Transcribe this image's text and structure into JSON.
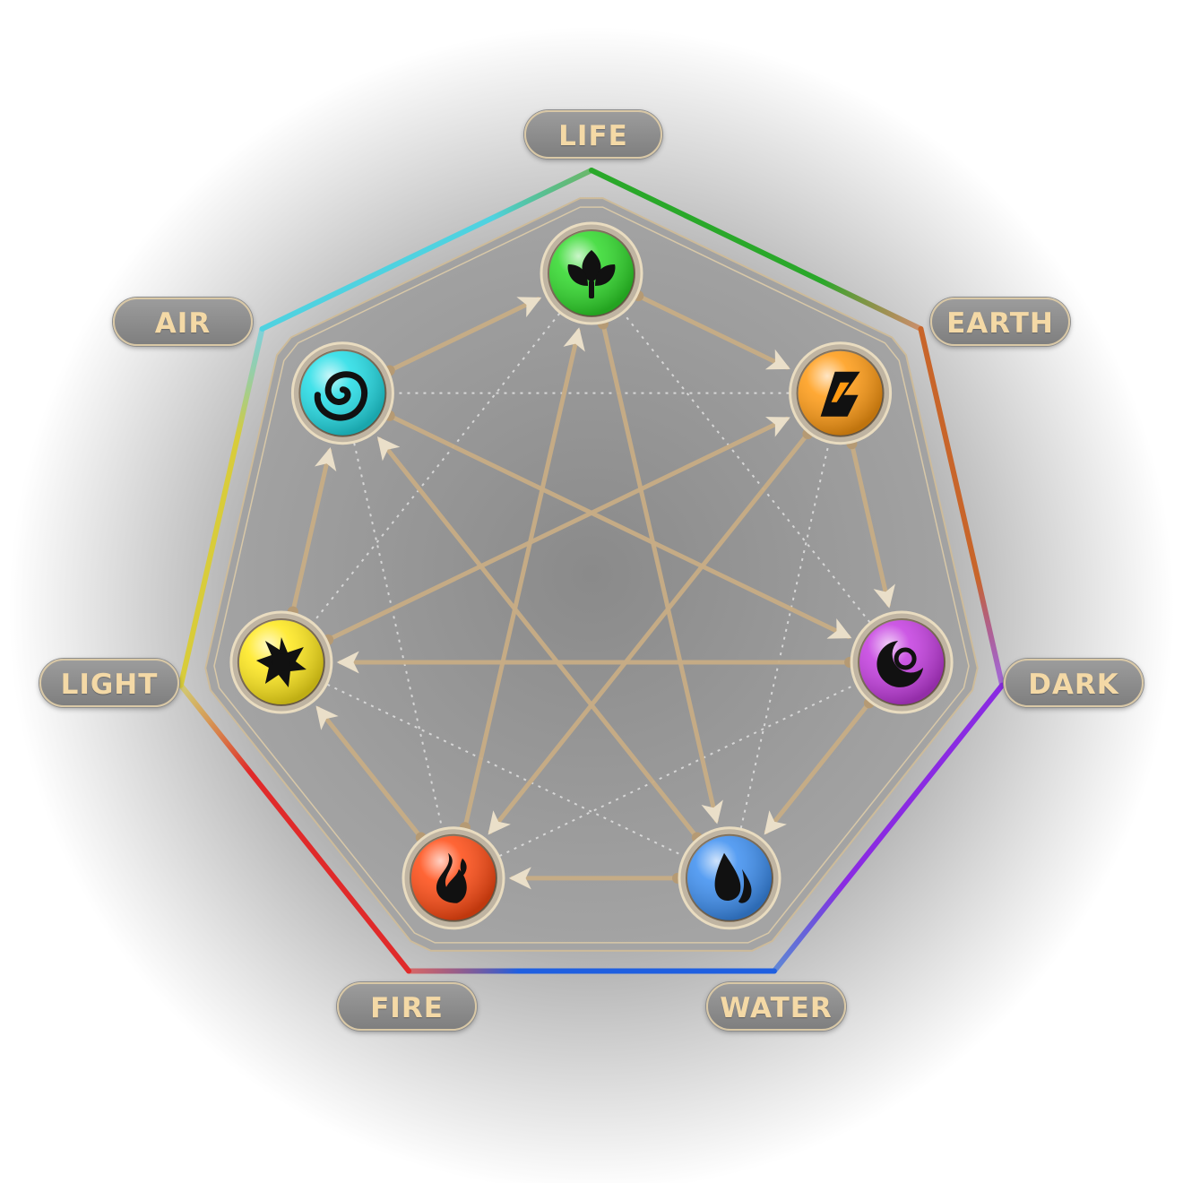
{
  "diagram": {
    "elements": [
      {
        "id": "life",
        "label": "LIFE",
        "color": "#2fd92a",
        "edge_color": "#2aa82a",
        "icon": "leaf-icon"
      },
      {
        "id": "earth",
        "label": "EARTH",
        "color": "#ff9a12",
        "edge_color": "#c8652a",
        "icon": "mountain-icon"
      },
      {
        "id": "dark",
        "label": "DARK",
        "color": "#c43ce0",
        "edge_color": "#8a2be2",
        "icon": "crescent-moon-icon"
      },
      {
        "id": "water",
        "label": "WATER",
        "color": "#3c8ef0",
        "edge_color": "#1f5fe0",
        "icon": "water-drops-icon"
      },
      {
        "id": "fire",
        "label": "FIRE",
        "color": "#ff4a12",
        "edge_color": "#e02a2a",
        "icon": "flame-icon"
      },
      {
        "id": "light",
        "label": "LIGHT",
        "color": "#ffe81a",
        "edge_color": "#d8cc3a",
        "icon": "sun-burst-icon"
      },
      {
        "id": "air",
        "label": "AIR",
        "color": "#22dde6",
        "edge_color": "#4fd2e0",
        "icon": "spiral-wind-icon"
      }
    ],
    "arrows_step1": [
      [
        "life",
        "earth"
      ],
      [
        "earth",
        "dark"
      ],
      [
        "dark",
        "water"
      ],
      [
        "water",
        "fire"
      ],
      [
        "fire",
        "light"
      ],
      [
        "light",
        "air"
      ],
      [
        "air",
        "life"
      ]
    ],
    "arrows_step3": [
      [
        "life",
        "water"
      ],
      [
        "earth",
        "fire"
      ],
      [
        "dark",
        "light"
      ],
      [
        "water",
        "air"
      ],
      [
        "fire",
        "life"
      ],
      [
        "light",
        "earth"
      ],
      [
        "air",
        "dark"
      ]
    ]
  }
}
